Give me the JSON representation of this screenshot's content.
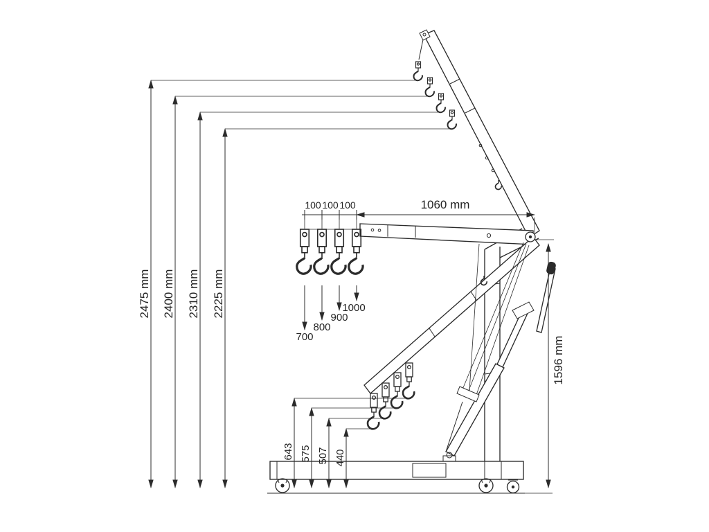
{
  "dimensions": {
    "overall_heights": [
      {
        "label": "2475 mm"
      },
      {
        "label": "2400 mm"
      },
      {
        "label": "2310 mm"
      },
      {
        "label": "2225 mm"
      }
    ],
    "boom_extension_steps": [
      {
        "label": "100"
      },
      {
        "label": "100"
      },
      {
        "label": "100"
      }
    ],
    "boom_length": {
      "label": "1060 mm"
    },
    "hook_drops": [
      {
        "label": "700"
      },
      {
        "label": "800"
      },
      {
        "label": "900"
      },
      {
        "label": "1000"
      }
    ],
    "lowered_hook_heights": [
      {
        "label": "643"
      },
      {
        "label": "575"
      },
      {
        "label": "507"
      },
      {
        "label": "440"
      }
    ],
    "mast_height": {
      "label": "1596 mm"
    }
  },
  "colors": {
    "line": "#2b2b2b",
    "text": "#242424",
    "background": "#ffffff"
  }
}
